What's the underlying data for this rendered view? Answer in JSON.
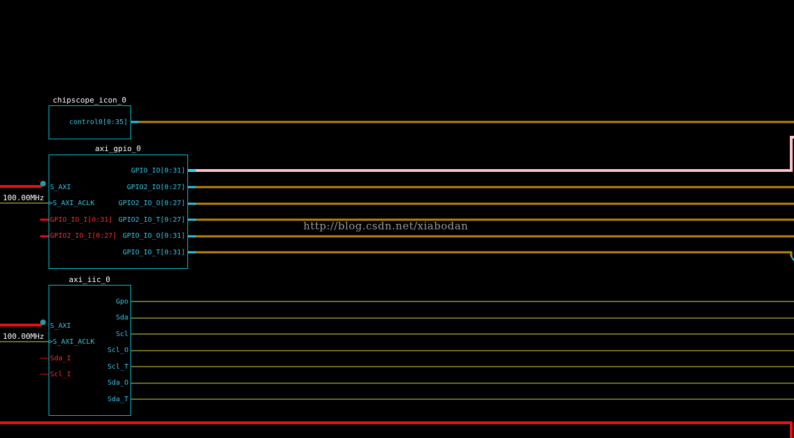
{
  "colors": {
    "background": "#000000",
    "block_border": "#00c0d0",
    "pin_text": "#33c7e6",
    "input_pin_text": "#ff2a2a",
    "bus_gold": "#b8860b",
    "wire_yellow": "#d8d84a",
    "axi_red": "#e81010",
    "selected_pink": "#ffc0cb"
  },
  "blocks": {
    "chipscope": {
      "name": "chipscope_icon_0",
      "pins_out": [
        "control0[0:35]"
      ]
    },
    "gpio": {
      "name": "axi_gpio_0",
      "pins_in": [
        {
          "label": "S_AXI",
          "kind": "bus"
        },
        {
          "label": ">S_AXI_ACLK",
          "kind": "clock"
        },
        {
          "label": "GPIO_IO_I[0:31]",
          "kind": "input"
        },
        {
          "label": "GPIO2_IO_I[0:27]",
          "kind": "input"
        }
      ],
      "pins_out": [
        "GPIO_IO[0:31]",
        "GPIO2_IO[0:27]",
        "GPIO2_IO_O[0:27]",
        "GPIO2_IO_T[0:27]",
        "GPIO_IO_O[0:31]",
        "GPIO_IO_T[0:31]"
      ],
      "clock_freq": "100.00MHz"
    },
    "iic": {
      "name": "axi_iic_0",
      "pins_in": [
        {
          "label": "S_AXI",
          "kind": "bus"
        },
        {
          "label": ">S_AXI_ACLK",
          "kind": "clock"
        },
        {
          "label": "Sda_I",
          "kind": "input"
        },
        {
          "label": "Scl_I",
          "kind": "input"
        }
      ],
      "pins_out": [
        "Gpo",
        "Sda",
        "Scl",
        "Scl_O",
        "Scl_T",
        "Sda_O",
        "Sda_T"
      ],
      "clock_freq": "100.00MHz"
    }
  },
  "watermark": "http://blog.csdn.net/xiabodan"
}
